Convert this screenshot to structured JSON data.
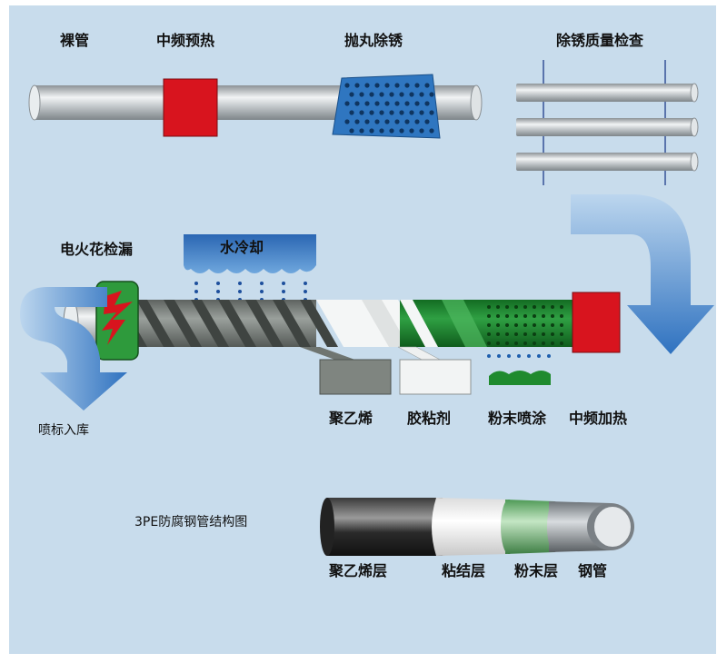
{
  "colors": {
    "panel": "#c8dcec",
    "pipe": "#c4c8cc",
    "heater_red": "#d8141e",
    "blast_blue": "#2f76c0",
    "water_blue": "#2d6fbf",
    "poly_gray": "#7f8580",
    "adhesive_white": "#f2f4f4",
    "powder_green": "#1f8a2e",
    "arrow_blue": "#2f7cc8"
  },
  "steps": {
    "bare_pipe": "裸管",
    "mid_freq_preheat": "中频预热",
    "shot_blasting": "抛丸除锈",
    "rust_quality_check": "除锈质量检查",
    "spark_leak_test": "电火花检漏",
    "water_cooling": "水冷却",
    "spray_mark_storage": "喷标入库",
    "polyethylene": "聚乙烯",
    "adhesive": "胶粘剂",
    "powder_spraying": "粉末喷涂",
    "mid_freq_heating": "中频加热"
  },
  "structure": {
    "title": "3PE防腐钢管结构图",
    "layers": [
      "聚乙烯层",
      "粘结层",
      "粉末层",
      "钢管"
    ]
  }
}
